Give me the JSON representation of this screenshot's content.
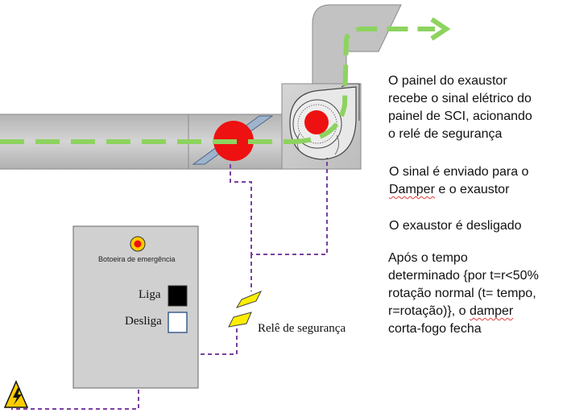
{
  "notes": {
    "panel_receives": {
      "lines": [
        "O painel do exaustor",
        "recebe o sinal elétrico do",
        "painel de SCI, acionando",
        "o relé de segurança"
      ]
    },
    "signal_sent": {
      "lines": [
        "O sinal é enviado para o",
        "exaustor"
      ],
      "underlined_word": "Damper",
      "line2_suffix": " e o exaustor"
    },
    "exhaust_off": {
      "text": "O exaustor é desligado"
    },
    "after_time": {
      "line1": "Após o tempo",
      "line2": "determinado {por t=r<50%",
      "line3": "rotação normal (t= tempo,",
      "line4": "r=rotação)}, o ",
      "line4_underlined": "damper",
      "line5": "corta-fogo fecha"
    }
  },
  "control_panel": {
    "emergency_label": "Botoeira de emergência",
    "on_label": "Liga",
    "off_label": "Desliga"
  },
  "relay": {
    "label": "Relê de segurança"
  },
  "colors": {
    "duct": "#c6c6c6",
    "duct_stroke": "#8a8a8a",
    "flow_arrow": "#8dd35f",
    "signal_line": "#7b3fa0",
    "red": "#ee1111",
    "relay": "#ffee00",
    "on_button": "#000000",
    "off_button": "#ffffff",
    "hazard": "#ffcc00"
  },
  "icons": {
    "hazard": "high-voltage-icon",
    "emergency": "emergency-button-icon"
  }
}
